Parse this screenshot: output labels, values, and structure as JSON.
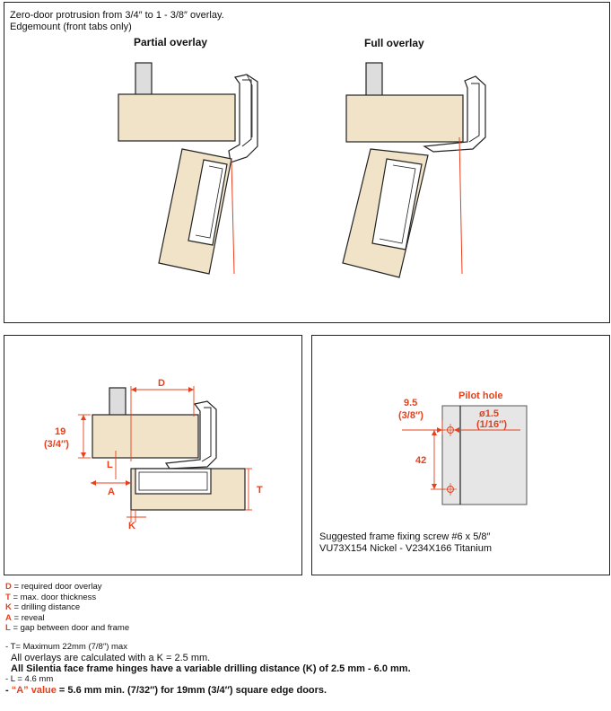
{
  "top_panel": {
    "line1": "Zero-door protrusion from 3/4″ to 1 - 3/8″ overlay.",
    "line2": "Edgemount (front tabs only)",
    "left_title": "Partial overlay",
    "right_title": "Full overlay"
  },
  "dimension_panel": {
    "label_D": "D",
    "label_19": "19",
    "label_19_in": "(3/4″)",
    "label_L": "L",
    "label_A": "A",
    "label_T": "T",
    "label_K": "K"
  },
  "pilot_panel": {
    "title": "Pilot hole",
    "dim_9_5": "9.5",
    "dim_9_5_in": "(3/8″)",
    "dim_phi": "ø1.5",
    "dim_phi_in": "(1/16″)",
    "dim_42": "42",
    "screw_line1": "Suggested frame fixing screw #6 x 5/8″",
    "screw_line2": "VU73X154 Nickel - V234X166 Titanium"
  },
  "legend": [
    {
      "key": "D",
      "text": " = required door overlay"
    },
    {
      "key": "T",
      "text": " = max. door thickness"
    },
    {
      "key": "K",
      "text": " = drilling distance"
    },
    {
      "key": "A",
      "text": " = reveal"
    },
    {
      "key": "L",
      "text": " = gap between door and frame"
    }
  ],
  "notes": {
    "n1": "- T= Maximum 22mm (7/8″) max",
    "n2": "All overlays are calculated with a K = 2.5 mm.",
    "n3": "All Silentia face frame hinges have a variable drilling distance (K) of 2.5 mm - 6.0 mm.",
    "n4": "- L = 4.6 mm",
    "n5_dash": "- ",
    "n5_red": "“A” value",
    "n5_rest": " = 5.6 mm min. (7/32″) for 19mm (3/4″) square edge doors."
  },
  "colors": {
    "wood": "#f0e3c8",
    "accent": "#e8401c",
    "panel_gray": "#e6e6e6"
  }
}
